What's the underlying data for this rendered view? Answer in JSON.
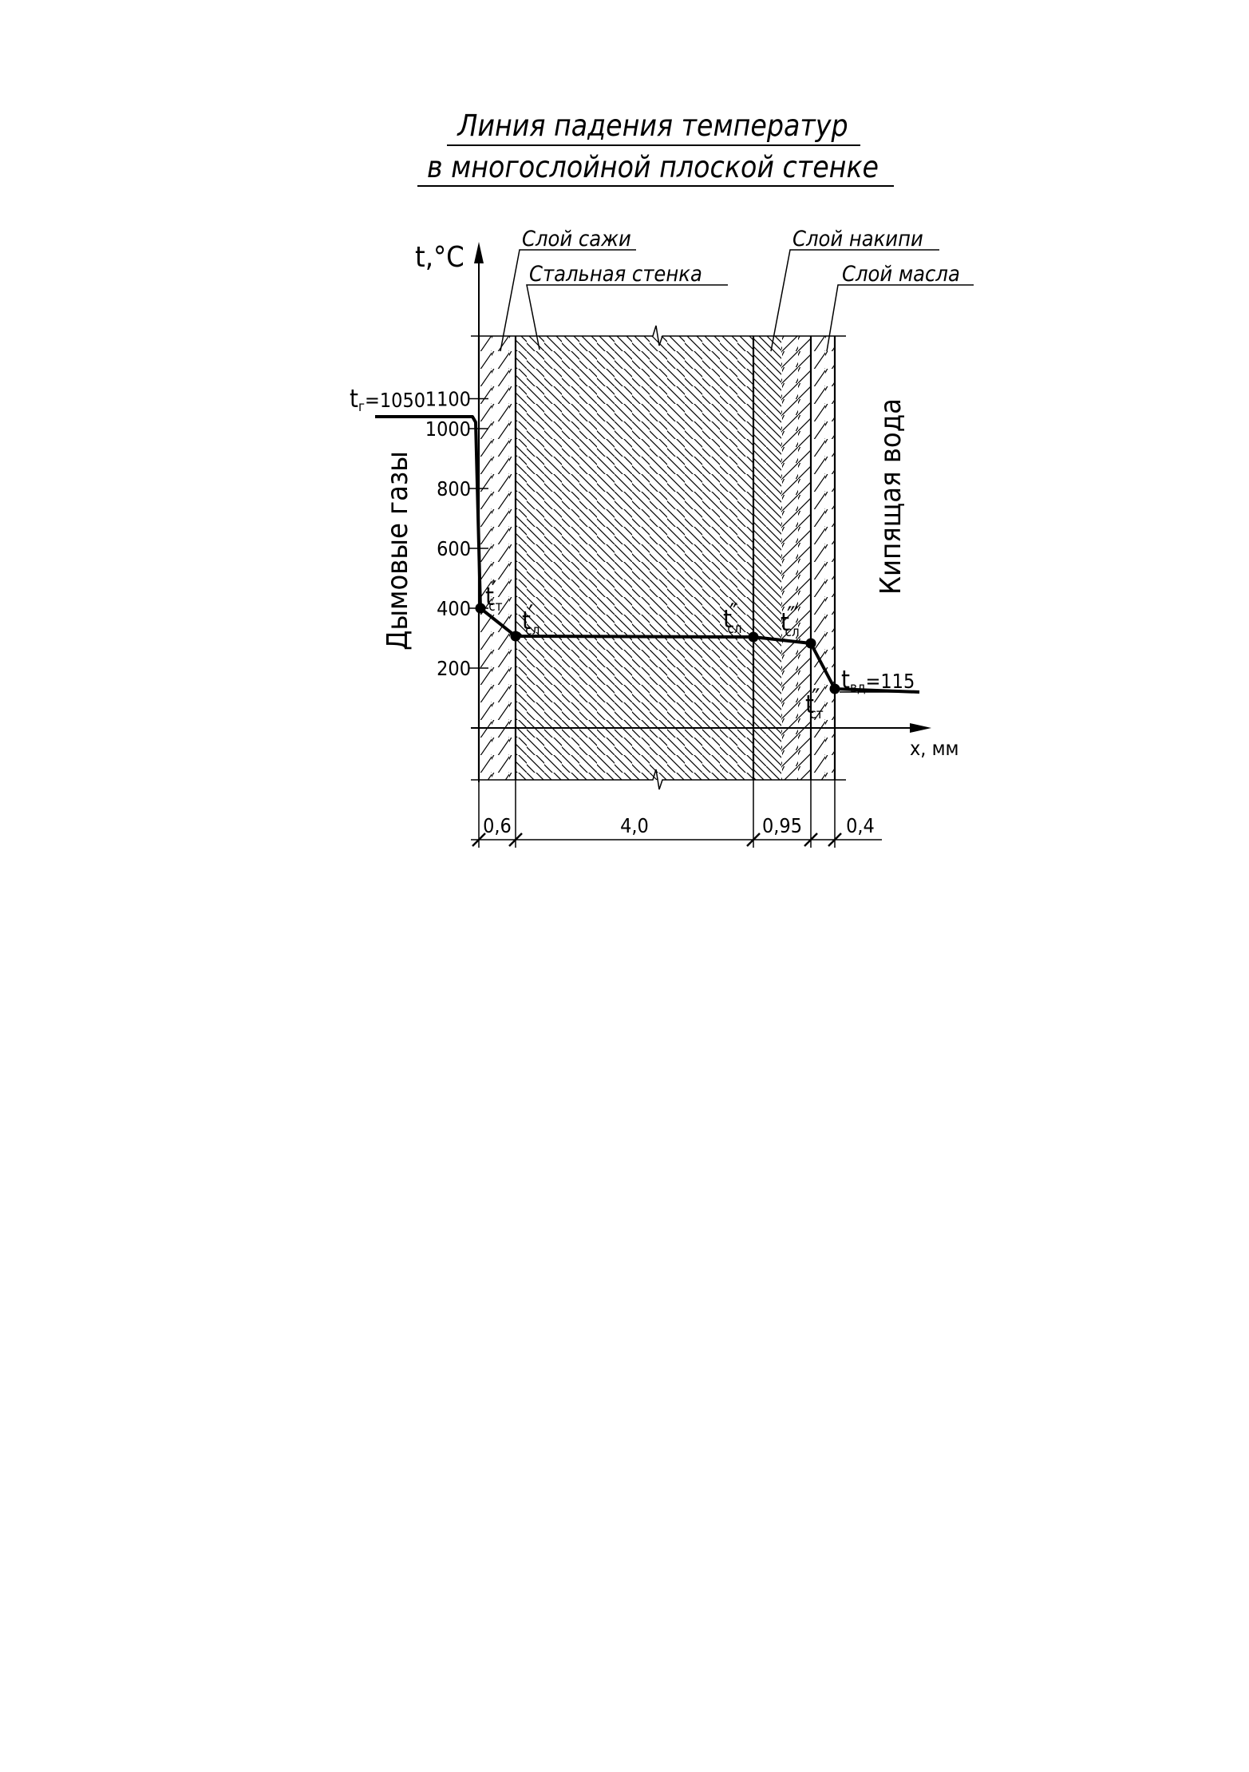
{
  "title": {
    "line1": "Линия падения температур",
    "line2": "в многослойной плоской стенке"
  },
  "axes": {
    "y_label": "t,°C",
    "x_label": "x, мм",
    "y_ticks": [
      "1100",
      "1000",
      "800",
      "600",
      "400",
      "200"
    ],
    "y_tick_values": [
      1100,
      1000,
      800,
      600,
      400,
      200
    ]
  },
  "layers": {
    "soot": "Слой сажи",
    "steel": "Стальная стенка",
    "scale": "Слой накипи",
    "oil": "Слой масла"
  },
  "media": {
    "left": "Дымовые газы",
    "right": "Кипящая вода"
  },
  "thickness_mm": {
    "soot": "0,6",
    "steel": "4,0",
    "scale": "0,95",
    "oil": "0,4"
  },
  "points": {
    "gas": {
      "main": "t",
      "sub": "г",
      "value": "=1050"
    },
    "st1": {
      "main": "t",
      "prime": "′",
      "sub": "ст"
    },
    "sl1": {
      "main": "t",
      "prime": "′",
      "sub": "сл"
    },
    "sl2": {
      "main": "t",
      "prime": "″",
      "sub": "сл"
    },
    "sl3": {
      "main": "t",
      "prime": "‴",
      "sub": "сл"
    },
    "st2": {
      "main": "t",
      "prime": "″",
      "sub": "ст"
    },
    "water": {
      "main": "t",
      "sub": "вд",
      "value": "=115"
    }
  }
}
